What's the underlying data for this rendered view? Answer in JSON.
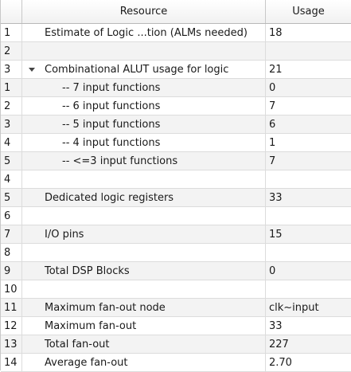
{
  "table": {
    "columns": {
      "number": "",
      "resource": "Resource",
      "usage": "Usage"
    },
    "rows": [
      {
        "num": "1",
        "resource": "Estimate of Logic ...tion (ALMs needed)",
        "usage": "18",
        "level": 0
      },
      {
        "num": "2",
        "resource": "",
        "usage": "",
        "level": 0
      },
      {
        "num": "3",
        "resource": "Combinational ALUT usage for logic",
        "usage": "21",
        "level": 0,
        "expanded": true
      },
      {
        "num": "1",
        "resource": "-- 7 input functions",
        "usage": "0",
        "level": 1
      },
      {
        "num": "2",
        "resource": "-- 6 input functions",
        "usage": "7",
        "level": 1
      },
      {
        "num": "3",
        "resource": "-- 5 input functions",
        "usage": "6",
        "level": 1
      },
      {
        "num": "4",
        "resource": "-- 4 input functions",
        "usage": "1",
        "level": 1
      },
      {
        "num": "5",
        "resource": "-- <=3 input functions",
        "usage": "7",
        "level": 1
      },
      {
        "num": "4",
        "resource": "",
        "usage": "",
        "level": 0
      },
      {
        "num": "5",
        "resource": "Dedicated logic registers",
        "usage": "33",
        "level": 0
      },
      {
        "num": "6",
        "resource": "",
        "usage": "",
        "level": 0
      },
      {
        "num": "7",
        "resource": "I/O pins",
        "usage": "15",
        "level": 0
      },
      {
        "num": "8",
        "resource": "",
        "usage": "",
        "level": 0
      },
      {
        "num": "9",
        "resource": "Total DSP Blocks",
        "usage": "0",
        "level": 0
      },
      {
        "num": "10",
        "resource": "",
        "usage": "",
        "level": 0
      },
      {
        "num": "11",
        "resource": "Maximum fan-out node",
        "usage": "clk~input",
        "level": 0
      },
      {
        "num": "12",
        "resource": "Maximum fan-out",
        "usage": "33",
        "level": 0
      },
      {
        "num": "13",
        "resource": "Total fan-out",
        "usage": "227",
        "level": 0
      },
      {
        "num": "14",
        "resource": "Average fan-out",
        "usage": "2.70",
        "level": 0
      }
    ]
  },
  "icons": {
    "expander": "collapse-triangle-icon"
  },
  "colors": {
    "alternate_row": "#f3f3f3",
    "grid_line": "#dcdcdc"
  }
}
